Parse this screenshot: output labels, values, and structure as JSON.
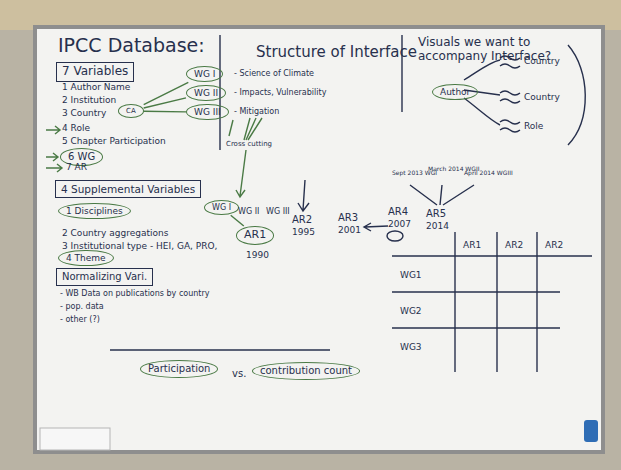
{
  "diagram": {
    "title": "IPCC Database:",
    "nodes": [
      {
        "text": [
          "7 Variables"
        ]
      },
      {
        "text": [
          "6 WG"
        ]
      },
      {
        "text": [
          "CA"
        ]
      },
      {
        "text": [
          "4 Supplemental Variables"
        ]
      },
      {
        "text": [
          "1 Disciplines"
        ]
      },
      {
        "text": [
          "4 Theme"
        ]
      },
      {
        "text": [
          "Normalizing Vari."
        ]
      },
      {
        "text": [
          "Participation"
        ]
      },
      {
        "text": [
          "contribution count"
        ]
      },
      {
        "text": [
          "WG I"
        ]
      },
      {
        "text": [
          "WG II"
        ]
      },
      {
        "text": [
          "WG III"
        ]
      },
      {
        "text": [
          "WG I"
        ]
      },
      {
        "text": [
          "AR1"
        ]
      },
      {
        "text": [
          "Author"
        ]
      }
    ],
    "edges": [
      {
        "from": 2,
        "to": 9,
        "arrow": "none"
      },
      {
        "from": 2,
        "to": 10,
        "arrow": "none"
      },
      {
        "from": 2,
        "to": 11,
        "arrow": "none"
      },
      {
        "from": 12,
        "to": 13,
        "arrow": "none"
      }
    ],
    "labels": [
      "1 Author Name",
      "2 Institution",
      "3 Country",
      "4 Role",
      "5 Chapter Participation",
      "7 AR",
      "2 Country aggregations",
      "3 Institutional type - HEI, GA, PRO,",
      "- WB Data on publications by country",
      "- pop. data",
      "- other (?)",
      "vs.",
      "Structure of Interface",
      "Visuals we want to accompany Interface?",
      "- Science of Climate",
      "- Impacts, Vulnerability",
      "- Mitigation",
      "Cross cutting",
      "WG II",
      "WG III",
      "1990",
      "AR2",
      "1995",
      "AR3",
      "2001",
      "AR4",
      "2007",
      "AR5",
      "2014",
      "Sept 2013 WGI",
      "March 2014 WGII",
      "April 2014 WGIII",
      "Country",
      "Country",
      "Role",
      "AR1",
      "AR2",
      "AR2",
      "WG1",
      "WG2",
      "WG3"
    ]
  }
}
